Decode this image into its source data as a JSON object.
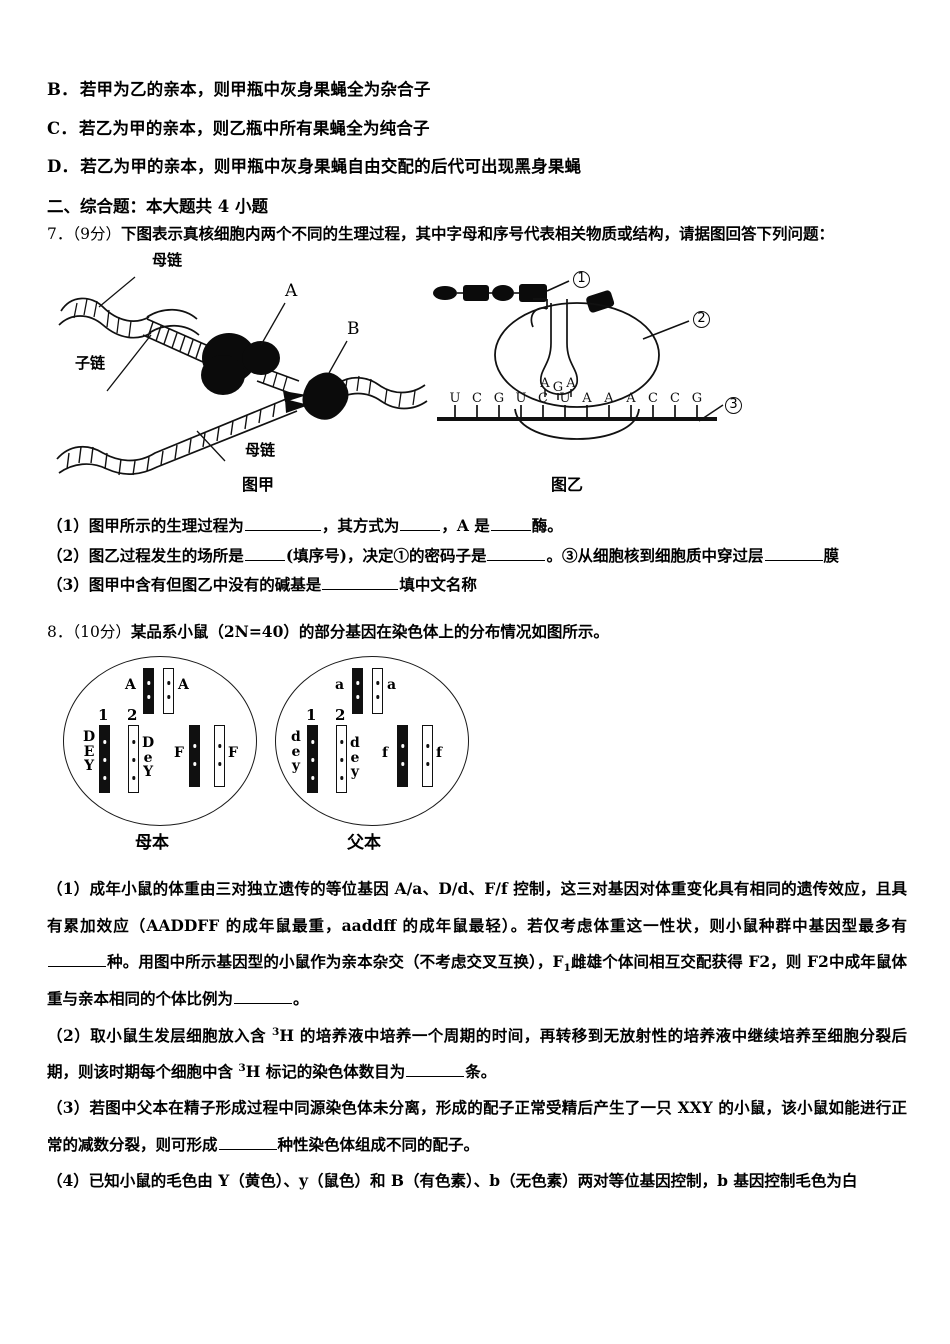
{
  "document": {
    "type": "exam-paper",
    "subject_hint": "生物"
  },
  "choices": [
    {
      "letter": "B．",
      "text": "若甲为乙的亲本，则甲瓶中灰身果蝇全为杂合子"
    },
    {
      "letter": "C．",
      "text": "若乙为甲的亲本，则乙瓶中所有果蝇全为纯合子"
    },
    {
      "letter": "D．",
      "text": "若乙为甲的亲本，则甲瓶中灰身果蝇自由交配的后代可出现黑身果蝇"
    }
  ],
  "section": {
    "heading": "二、综合题：本大题共 4 小题"
  },
  "question7": {
    "number": "7．",
    "score": "（9分）",
    "stem": "下图表示真核细胞内两个不同的生理过程，其中字母和序号代表相关物质或结构，请据图回答下列问题：",
    "figure_jia": {
      "caption": "图甲",
      "label_top": "母链",
      "label_child": "子链",
      "label_bottom": "母链",
      "label_a": "A",
      "label_b": "B"
    },
    "figure_yi": {
      "caption": "图乙",
      "marker1": "①",
      "marker2": "②",
      "marker3": "③",
      "anticodon": "A G A",
      "mrna_bases": [
        "U",
        "C",
        "G",
        "U",
        "C",
        "U",
        "A",
        "A",
        "A",
        "C",
        "C",
        "G"
      ]
    },
    "sub": [
      {
        "label": "（1）",
        "parts": [
          "图甲所示的生理过程为",
          "，其方式为",
          "，A 是",
          "酶。"
        ],
        "blanks": [
          "b-lg",
          "b-sm",
          "b-sm"
        ]
      },
      {
        "label": "（2）",
        "parts": [
          "图乙过程发生的场所是",
          "(填序号)，决定①的密码子是",
          "。③从细胞核到细胞质中穿过层",
          "膜"
        ],
        "blanks": [
          "b-sm",
          "b-md",
          "b-md"
        ]
      },
      {
        "label": "（3）",
        "parts": [
          "图甲中含有但图乙中没有的碱基是",
          "填中文名称"
        ],
        "blanks": [
          "b-lg"
        ]
      }
    ]
  },
  "question8": {
    "number": "8．",
    "score": "（10分）",
    "stem": "某品系小鼠（2N=40）的部分基因在染色体上的分布情况如图所示。",
    "figure": {
      "mother": {
        "caption": "母本",
        "top_genes": [
          "A",
          "A"
        ],
        "chrom_numbers": [
          "1",
          "2"
        ],
        "left_block": [
          "D",
          "E",
          "Y"
        ],
        "right_block": [
          "D",
          "e",
          "Y"
        ],
        "f_genes": [
          "F",
          "F"
        ]
      },
      "father": {
        "caption": "父本",
        "top_genes": [
          "a",
          "a"
        ],
        "chrom_numbers": [
          "1",
          "2"
        ],
        "left_block": [
          "d",
          "e",
          "y"
        ],
        "right_block": [
          "d",
          "e",
          "y"
        ],
        "f_genes": [
          "f",
          "f"
        ]
      }
    },
    "sub1": {
      "label": "（1）",
      "line1_a": "成年小鼠的体重由三对独立遗传的等位基因 A/a、D/d、F/f 控制，这三对基因对体重变化具有相同的遗传效应，",
      "line2_a": "且具有累加效应（AADDFF 的成年鼠最重，aaddff 的成年鼠最轻）。若仅考虑体重这一性状，则小鼠种群中基因型最",
      "line3_a": "多有",
      "line3_b": "种。用图中所示基因型的小鼠作为亲本杂交（不考虑交叉互换），F",
      "line3_sub": "1",
      "line3_c": "雌雄个体间相互交配获得 F2，则 F2",
      "line4_a": "中成年鼠体重与亲本相同的个体比例为",
      "line4_b": "。"
    },
    "sub2": {
      "label": "（2）",
      "a": "取小鼠生发层细胞放入含 ",
      "iso1_sup": "3",
      "iso1": "H",
      "b": " 的培养液中培养一个周期的时间，再转移到无放射性的培养液中继续培养至细胞分",
      "c": "裂后期，则该时期每个细胞中含 ",
      "iso2_sup": "3",
      "iso2": "H",
      "d": " 标记的染色体数目为",
      "e": "条。"
    },
    "sub3": {
      "label": "（3）",
      "a": "若图中父本在精子形成过程中同源染色体未分离，形成的配子正常受精后产生了一只 XXY 的小鼠，该小鼠如能",
      "b": "进行正常的减数分裂，则可形成",
      "c": "种性染色体组成不同的配子。"
    },
    "sub4": {
      "label": "（4）",
      "a": "已知小鼠的毛色由 Y（黄色）、y（鼠色）和 B（有色素）、b（无色素）两对等位基因控制，b 基因控制毛色为白"
    }
  }
}
